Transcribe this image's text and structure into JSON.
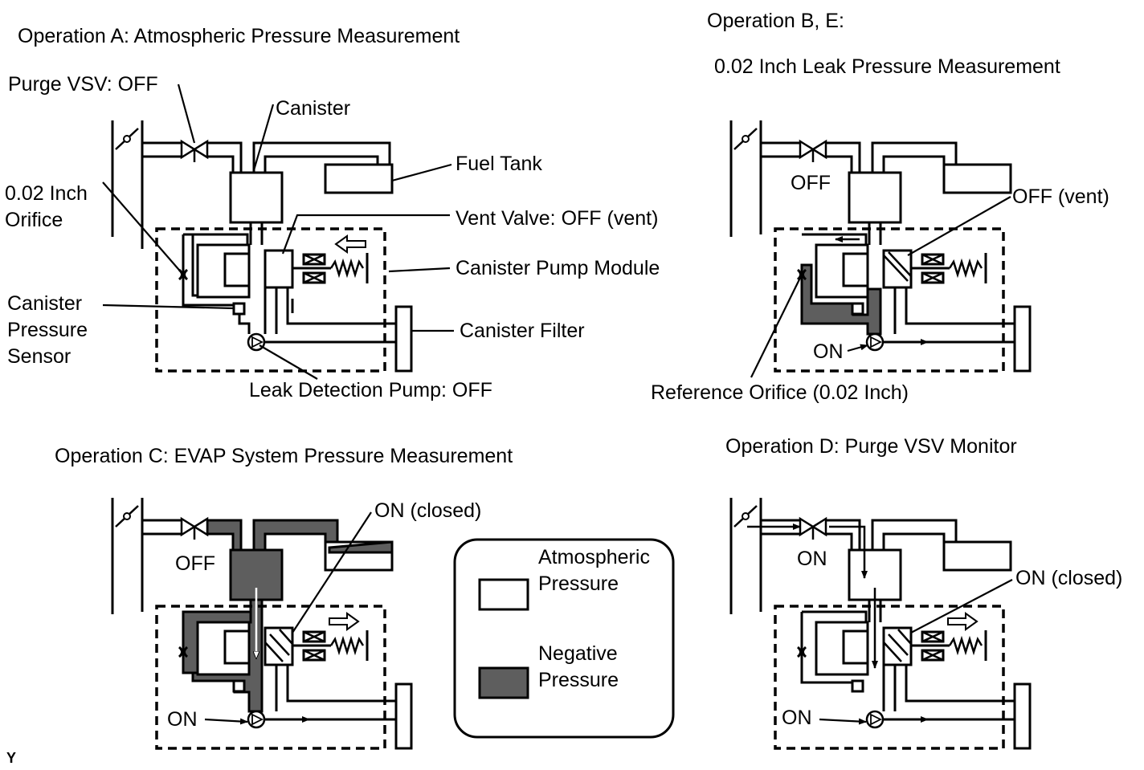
{
  "panel_a": {
    "title": "Operation A: Atmospheric Pressure Measurement",
    "labels": {
      "purge_vsv": "Purge VSV: OFF",
      "canister": "Canister",
      "fuel_tank": "Fuel Tank",
      "orifice_line1": "0.02 Inch",
      "orifice_line2": "Orifice",
      "vent_valve": "Vent Valve: OFF (vent)",
      "pump_module": "Canister Pump Module",
      "sensor_line1": "Canister",
      "sensor_line2": "Pressure",
      "sensor_line3": "Sensor",
      "filter": "Canister Filter",
      "leak_pump": "Leak Detection Pump: OFF"
    }
  },
  "panel_b": {
    "title_line1": "Operation B, E:",
    "title_line2": "0.02 Inch Leak Pressure Measurement",
    "labels": {
      "vsv_state": "OFF",
      "vent_state": "OFF (vent)",
      "pump_state": "ON",
      "reference_orifice": "Reference Orifice (0.02 Inch)"
    }
  },
  "panel_c": {
    "title": "Operation C: EVAP System Pressure Measurement",
    "labels": {
      "vent_state": "ON (closed)",
      "vsv_state": "OFF",
      "pump_state": "ON"
    }
  },
  "panel_d": {
    "title": "Operation D: Purge VSV Monitor",
    "labels": {
      "vsv_state": "ON",
      "vent_state": "ON (closed)",
      "pump_state": "ON"
    }
  },
  "legend": {
    "atmospheric_line1": "Atmospheric",
    "atmospheric_line2": "Pressure",
    "negative_line1": "Negative",
    "negative_line2": "Pressure"
  },
  "corner_mark": "Y"
}
